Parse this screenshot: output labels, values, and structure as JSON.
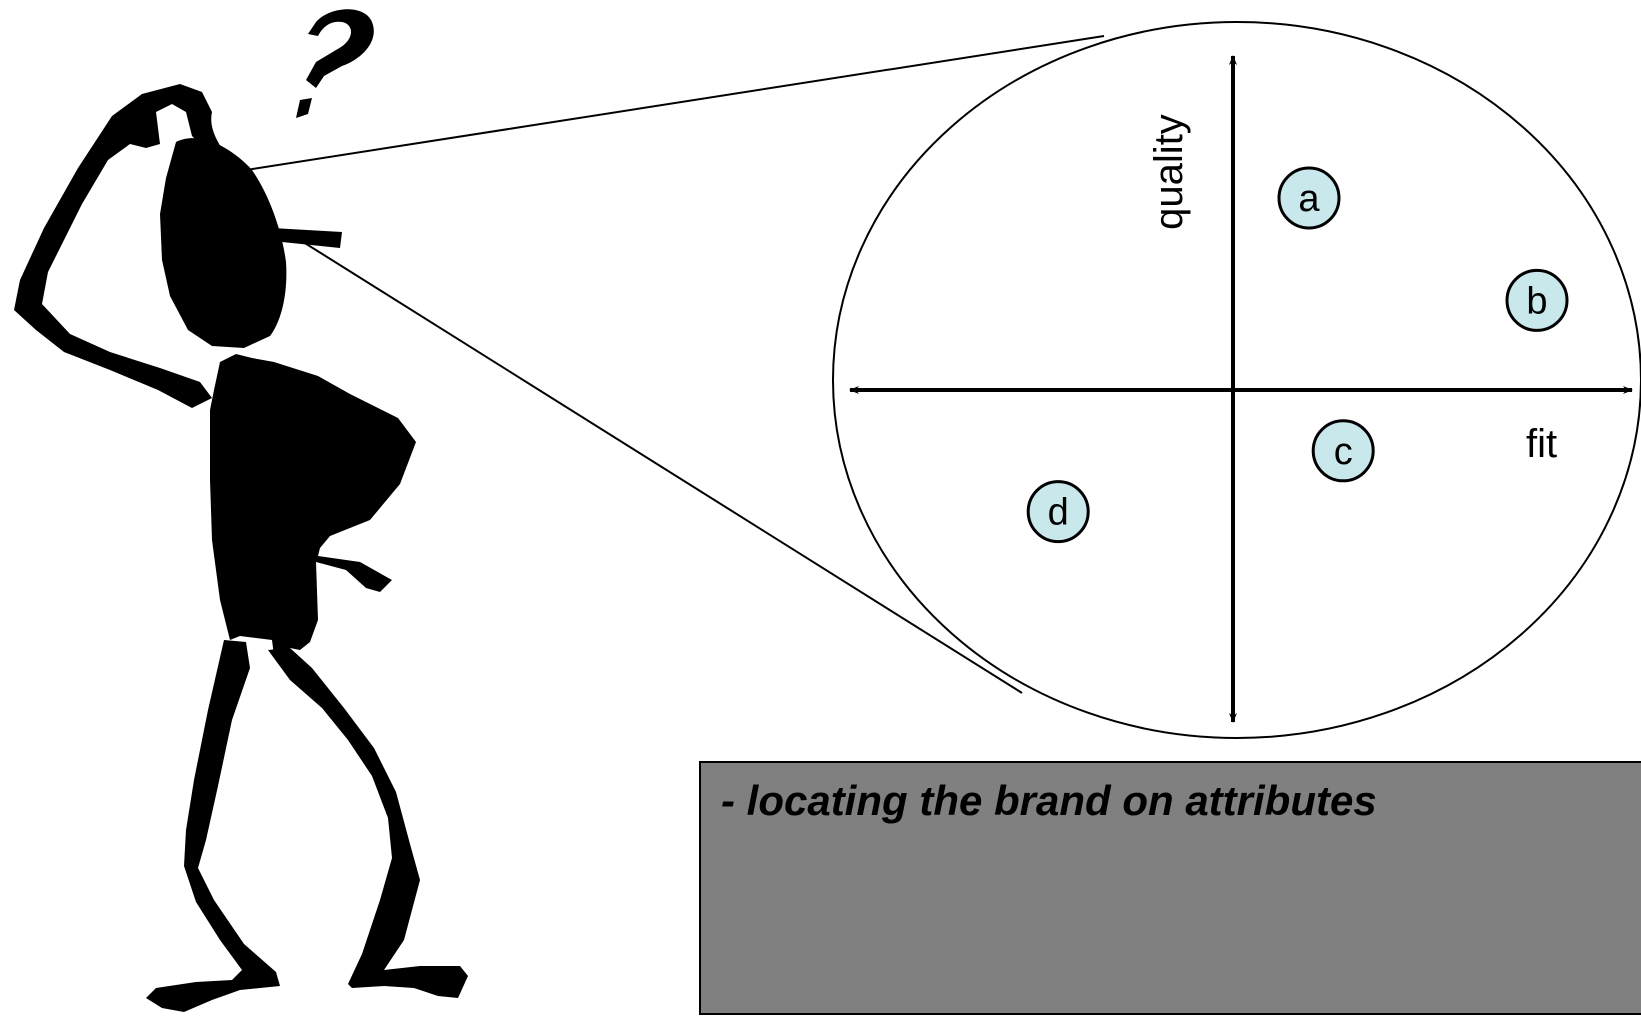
{
  "diagram": {
    "axes": {
      "vertical_label": "quality",
      "horizontal_label": "fit"
    },
    "points": [
      {
        "label": "a",
        "fit": 0.2,
        "quality": 0.6
      },
      {
        "label": "b",
        "fit": 0.8,
        "quality": 0.28
      },
      {
        "label": "c",
        "fit": 0.29,
        "quality": -0.19
      },
      {
        "label": "d",
        "fit": -0.46,
        "quality": -0.38
      }
    ],
    "point_fill": "#c9e8ec",
    "line_color": "#000000"
  },
  "caption": {
    "text": "- locating the brand on attributes",
    "background": "#808080"
  },
  "figure": {
    "icon": "confused-person-icon",
    "thought_icon": "question-mark-icon"
  }
}
